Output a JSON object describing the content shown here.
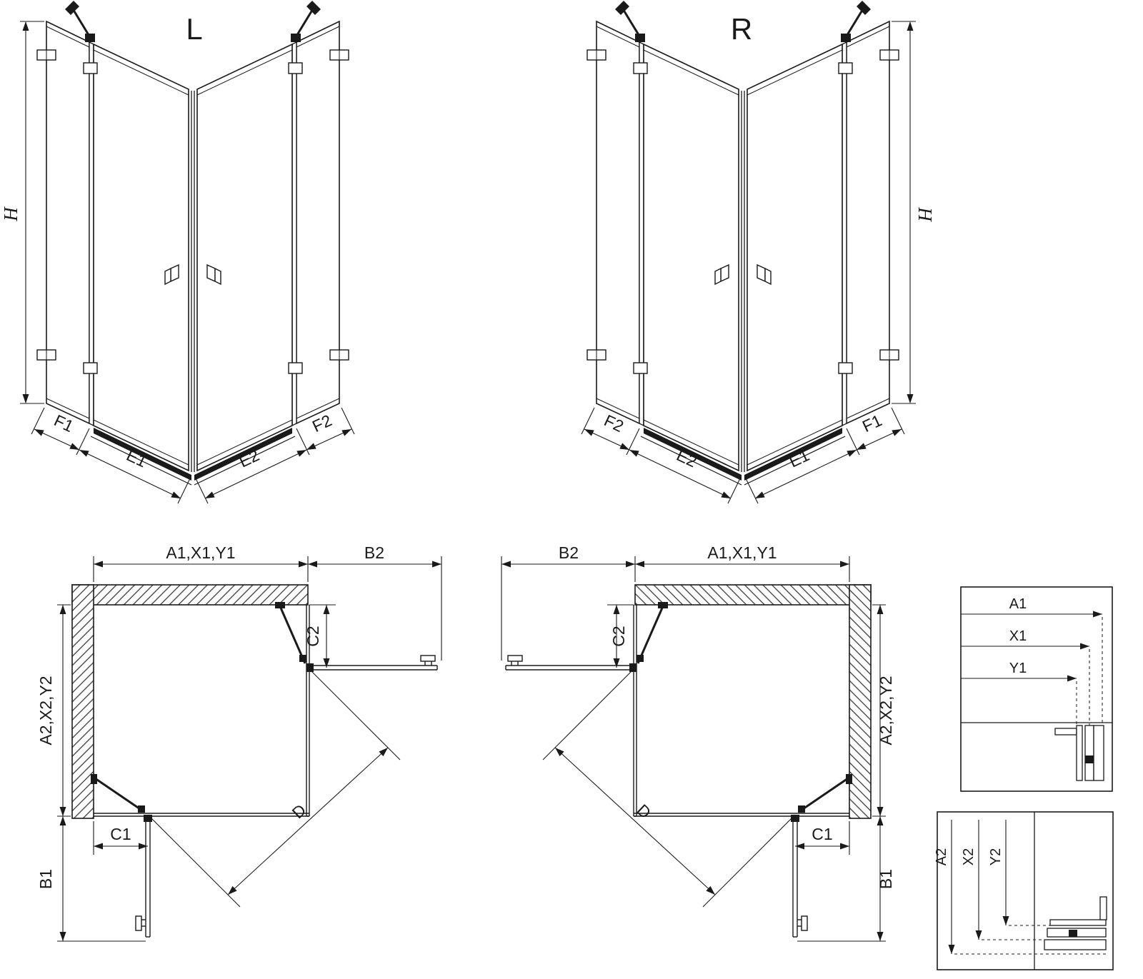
{
  "colors": {
    "ink": "#1a1a1a",
    "background": "#ffffff"
  },
  "iso_left": {
    "title": "L",
    "height": "H",
    "f1": "F1",
    "e1": "E1",
    "e2": "E2",
    "f2": "F2"
  },
  "iso_right": {
    "title": "R",
    "height": "H",
    "f1": "F1",
    "e1": "E1",
    "e2": "E2",
    "f2": "F2"
  },
  "plan_left": {
    "width_top": "A1,X1,Y1",
    "door_reach_top": "B2",
    "depth_side": "A2,X2,Y2",
    "door_reach_side": "B1",
    "fixed_top": "C2",
    "fixed_side": "C1",
    "diagonal": "D"
  },
  "plan_right": {
    "width_top": "A1,X1,Y1",
    "door_reach_top": "B2",
    "depth_side": "A2,X2,Y2",
    "door_reach_side": "B1",
    "fixed_top": "C2",
    "fixed_side": "C1",
    "diagonal": "D"
  },
  "detail_width": {
    "a1": "A1",
    "x1": "X1",
    "y1": "Y1"
  },
  "detail_depth": {
    "a2": "A2",
    "x2": "X2",
    "y2": "Y2"
  }
}
